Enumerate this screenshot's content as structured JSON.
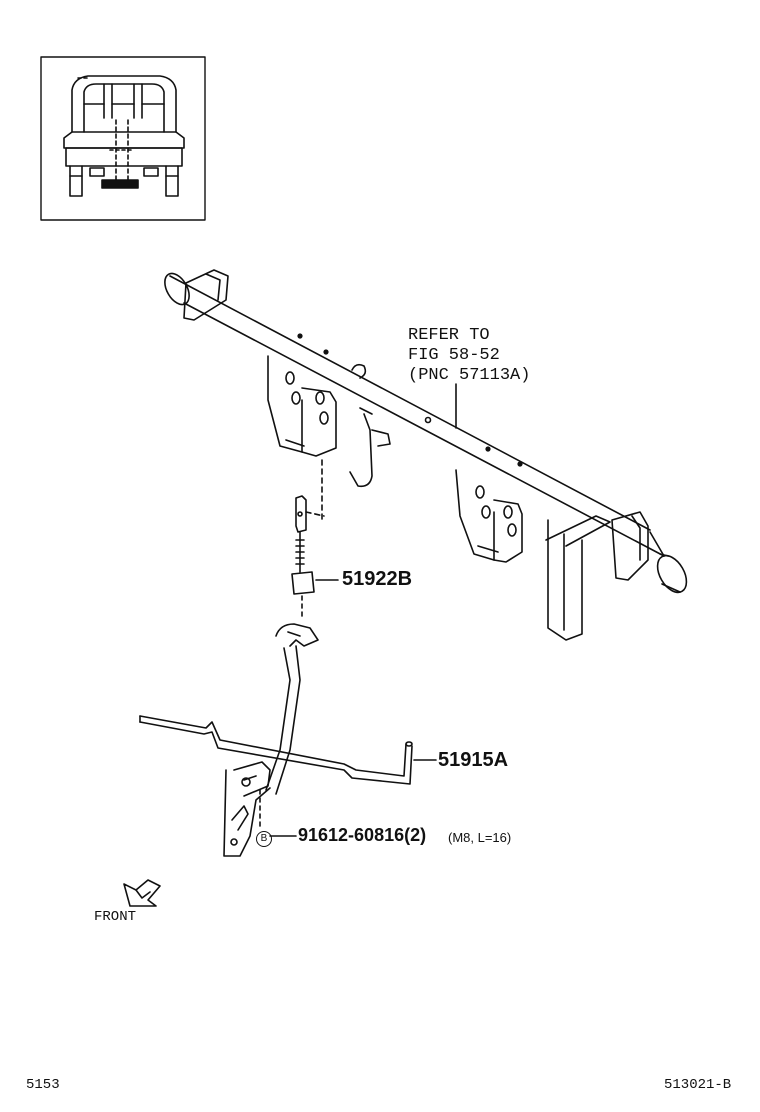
{
  "callouts": {
    "refer_line1": "REFER TO",
    "refer_line2": "FIG 58-52",
    "refer_line3": "(PNC 57113A)",
    "part_51922b": "51922B",
    "part_51915a": "51915A",
    "bolt_marker": "B",
    "bolt_part": "91612-60816",
    "bolt_qty": "(2)",
    "bolt_spec": "(M8, L=16)"
  },
  "direction_label": "FRONT",
  "footer": {
    "page_number": "5153",
    "figure_code": "513021-B"
  },
  "colors": {
    "line": "#111111",
    "background": "#ffffff"
  }
}
